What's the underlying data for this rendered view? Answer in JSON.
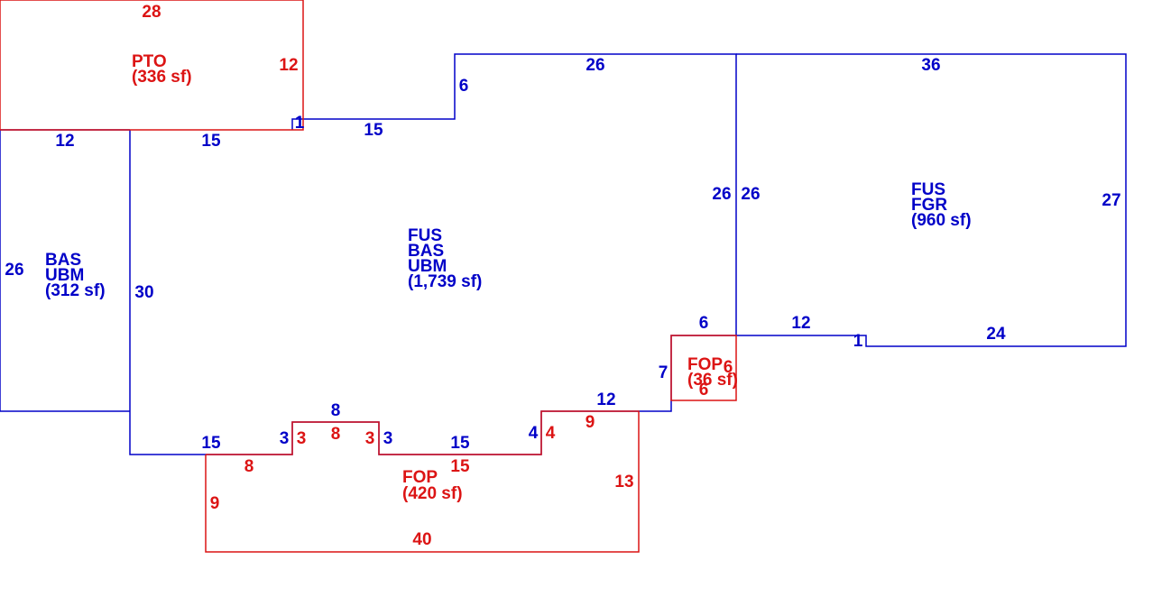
{
  "colors": {
    "blue": "#0000c8",
    "red": "#dc1414"
  },
  "areas": {
    "pto": {
      "codes": [
        "PTO"
      ],
      "area": "(336 sf)"
    },
    "bas_ubm": {
      "codes": [
        "BAS",
        "UBM"
      ],
      "area": "(312 sf)"
    },
    "fus_bas_ubm": {
      "codes": [
        "FUS",
        "BAS",
        "UBM"
      ],
      "area": "(1,739 sf)"
    },
    "fus_fgr": {
      "codes": [
        "FUS",
        "FGR"
      ],
      "area": "(960 sf)"
    },
    "fop_small": {
      "codes": [
        "FOP"
      ],
      "area": "(36 sf)"
    },
    "fop_large": {
      "codes": [
        "FOP"
      ],
      "area": "(420 sf)"
    }
  },
  "dimensions": {
    "pto_top": "28",
    "pto_right": "12",
    "bas_top": "12",
    "bas_left": "26",
    "bas_right": "30",
    "main_top_left": "15",
    "main_step_a": "1",
    "main_top_mid": "15",
    "main_step_b": "6",
    "main_top_right": "26",
    "main_right": "26",
    "main_bottom_left": "15",
    "main_notch_left": "3",
    "main_notch_top": "8",
    "main_notch_right": "3",
    "main_bottom_mid": "15",
    "main_step_c": "4",
    "main_bottom_right": "12",
    "main_step_d": "7",
    "main_step_e": "6",
    "fgr_top": "36",
    "fgr_left": "26",
    "fgr_right": "27",
    "fgr_bottom_left": "12",
    "fgr_step": "1",
    "fgr_bottom_right": "24",
    "fop_small_right": "6",
    "fop_small_bottom": "6",
    "fop_notch_left": "3",
    "fop_notch_top": "8",
    "fop_notch_right": "3",
    "fop_top_left": "8",
    "fop_left": "9",
    "fop_bottom": "40",
    "fop_right": "13",
    "fop_top_right": "9",
    "fop_top_mid": "15",
    "fop_step": "4"
  }
}
